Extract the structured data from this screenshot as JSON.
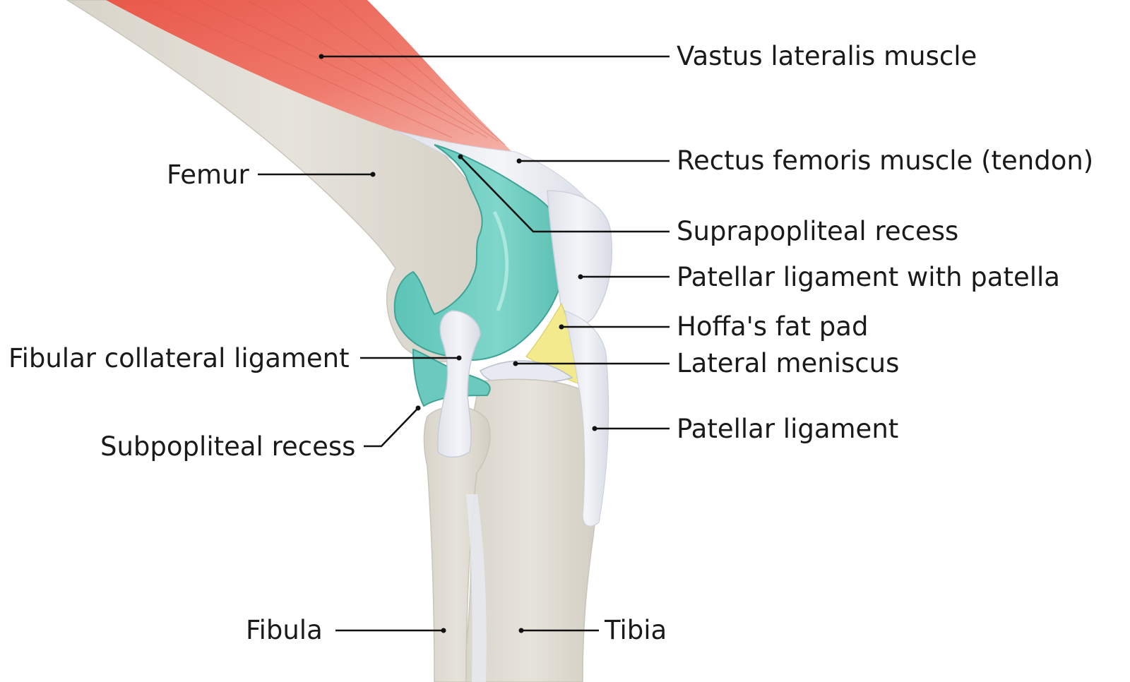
{
  "colors": {
    "muscle": "#ec6a5c",
    "bone": "#e3e0d7",
    "bone_shade": "#cfcbc0",
    "ligament": "#eceef3",
    "synovial": "#6ccdc0",
    "fat_pad": "#f4ea8c",
    "leader_line": "#111111",
    "text": "#1a1a1a",
    "background": "#ffffff"
  },
  "labels": {
    "vastus_lateralis": "Vastus lateralis muscle",
    "rectus_femoris": "Rectus femoris muscle (tendon)",
    "femur": "Femur",
    "suprapopliteal_recess": "Suprapopliteal recess",
    "patellar_ligament_with_patella": "Patellar ligament with patella",
    "hoffas_fat_pad": "Hoffa's fat pad",
    "fibular_collateral_ligament": "Fibular collateral ligament",
    "lateral_meniscus": "Lateral meniscus",
    "patellar_ligament": "Patellar ligament",
    "subpopliteal_recess": "Subpopliteal recess",
    "fibula": "Fibula",
    "tibia": "Tibia"
  }
}
